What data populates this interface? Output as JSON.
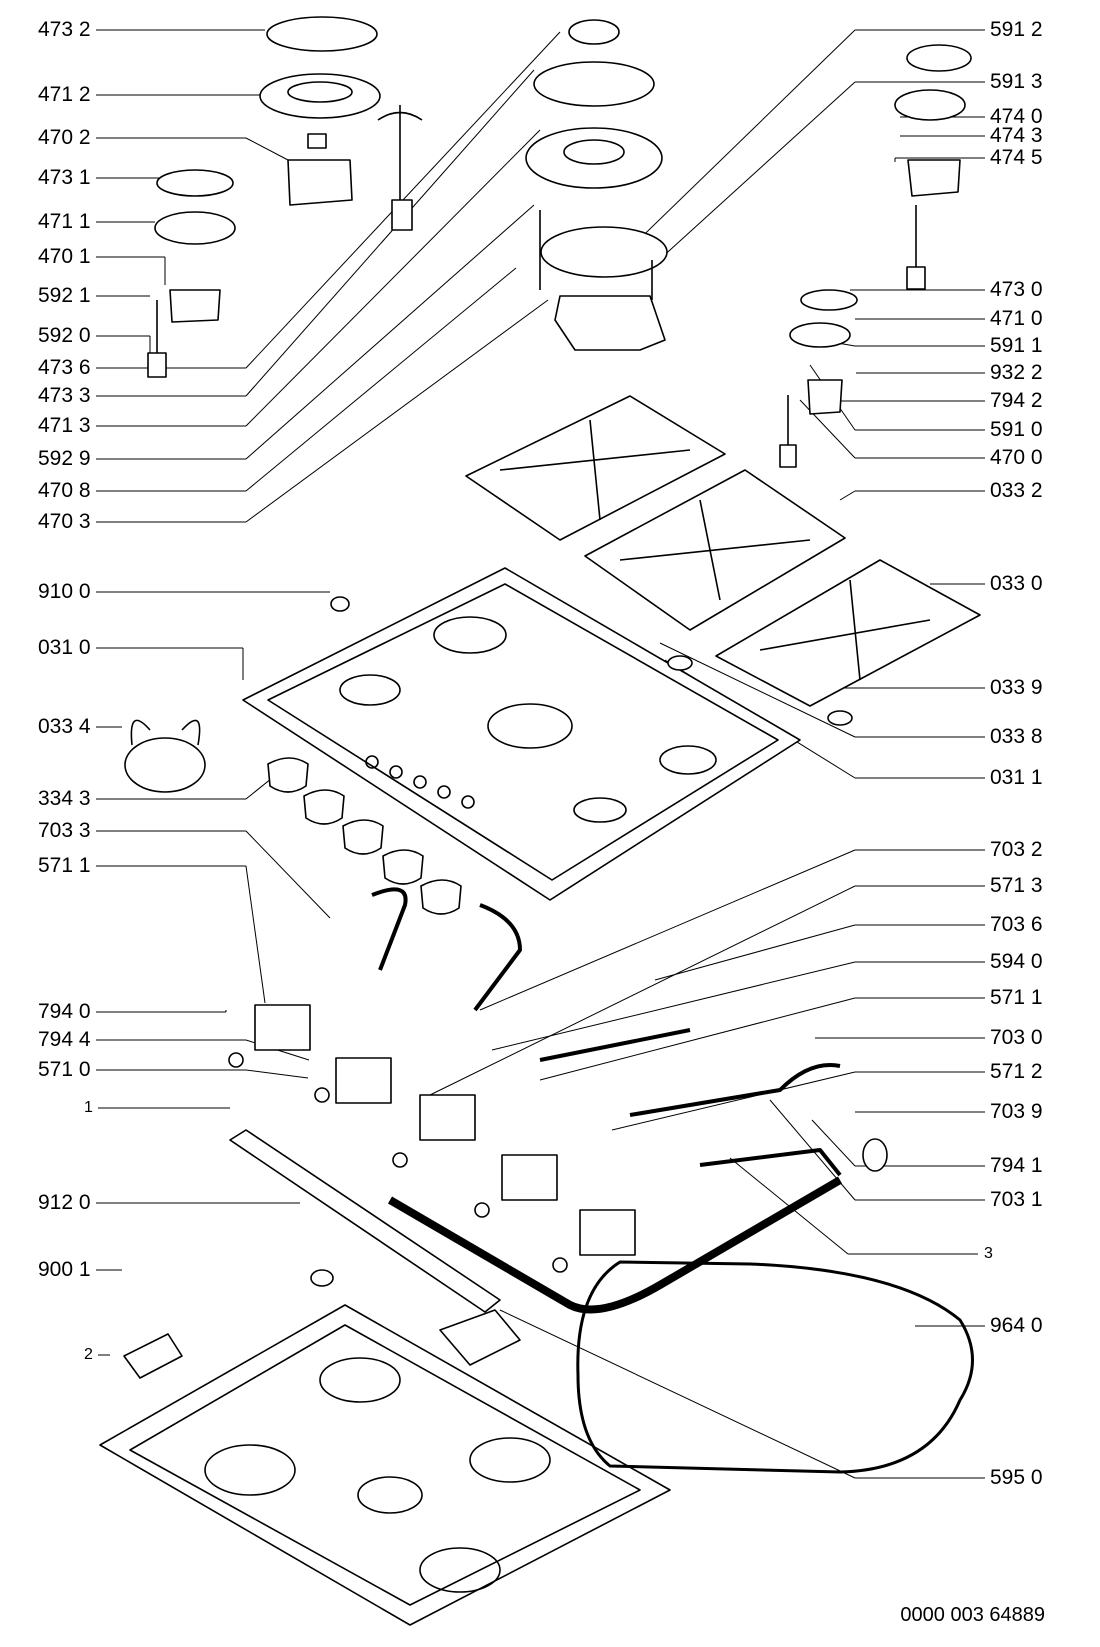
{
  "labels_left": [
    "473 2",
    "471 2",
    "470 2",
    "473 1",
    "471 1",
    "470 1",
    "592 1",
    "592 0",
    "473 6",
    "473 3",
    "471 3",
    "592 9",
    "470 8",
    "470 3",
    "910 0",
    "031 0",
    "033 4",
    "334 3",
    "703 3",
    "571 1",
    "794 0",
    "794 4",
    "571 0",
    "1",
    "912 0",
    "900 1",
    "2"
  ],
  "labels_right": [
    "591 2",
    "591 3",
    "474 0",
    "474 3",
    "474 5",
    "473 0",
    "471 0",
    "591 1",
    "932 2",
    "794 2",
    "591 0",
    "470 0",
    "033 2",
    "033 0",
    "033 9",
    "033 8",
    "031 1",
    "703 2",
    "571 3",
    "703 6",
    "594 0",
    "571 1",
    "703 0",
    "571 2",
    "703 9",
    "794 1",
    "703 1",
    "3",
    "964 0",
    "595 0"
  ],
  "reference": "0000 003 64889",
  "colors": {
    "line": "#000000",
    "background": "#ffffff",
    "fill": "#ffffff"
  }
}
